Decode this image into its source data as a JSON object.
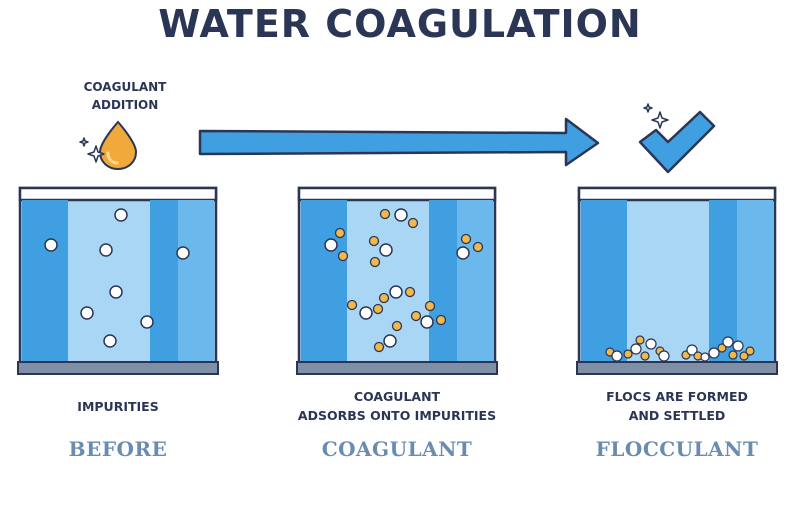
{
  "title": "WATER COAGULATION",
  "coagulant_label_line1": "COAGULANT",
  "coagulant_label_line2": "ADDITION",
  "panels": [
    {
      "caption_line1": "IMPURITIES",
      "caption_line2": "",
      "stage": "BEFORE"
    },
    {
      "caption_line1": "COAGULANT",
      "caption_line2": "ADSORBS ONTO IMPURITIES",
      "stage": "COAGULANT"
    },
    {
      "caption_line1": "FLOCS ARE FORMED",
      "caption_line2": "AND SETTLED",
      "stage": "FLOCCULANT"
    }
  ],
  "icons": {
    "drop": "droplet-icon",
    "arrow": "right-arrow-icon",
    "check": "checkmark-icon",
    "sparkle": "sparkle-icon"
  },
  "colors": {
    "water": "#3f9fe0",
    "water_light": "#a9d6f5",
    "outline": "#2b3656",
    "impurity": "#ffffff",
    "coagulant": "#f2b84b",
    "base": "#7f8fa6"
  }
}
